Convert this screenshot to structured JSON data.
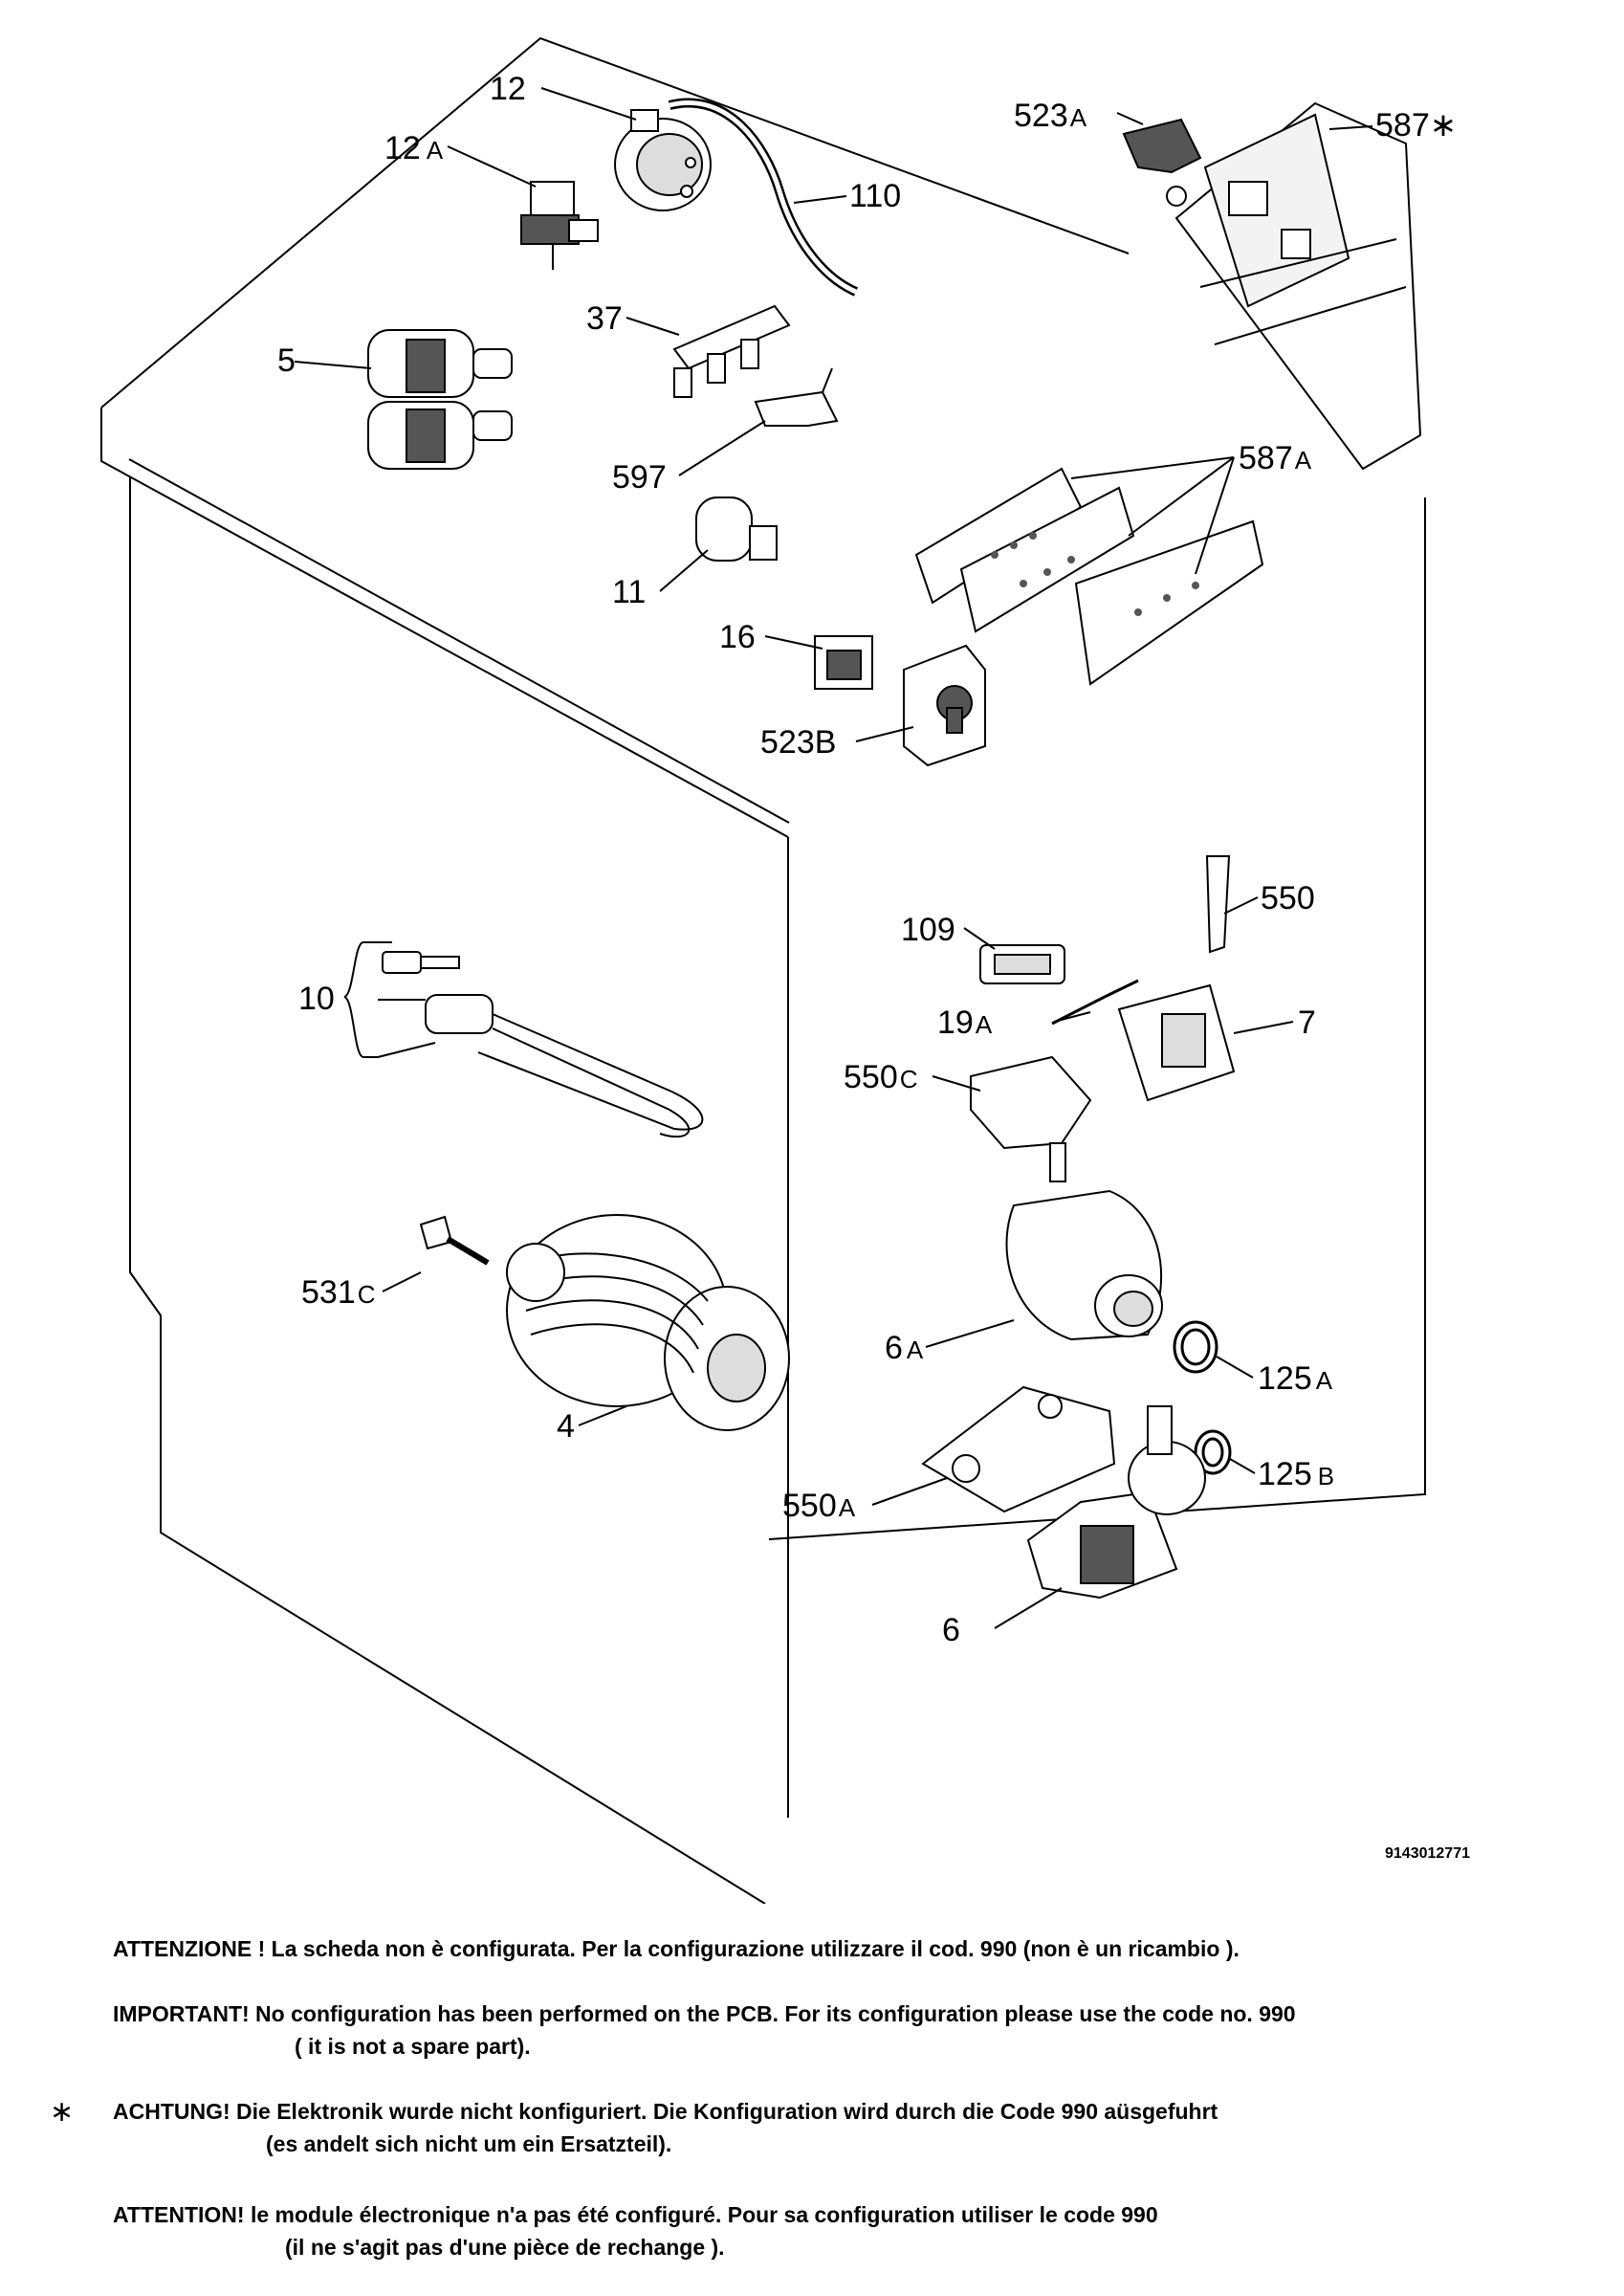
{
  "callouts": {
    "c12": "12",
    "c12a_num": "12",
    "c12a_suf": "A",
    "c110": "110",
    "c523a_num": "523",
    "c523a_suf": "A",
    "c587star": "587∗",
    "c5": "5",
    "c37": "37",
    "c597": "597",
    "c587a_num": "587",
    "c587a_suf": "A",
    "c11": "11",
    "c16": "16",
    "c523b": "523B",
    "c109": "109",
    "c550": "550",
    "c10": "10",
    "c19a_num": "19",
    "c19a_suf": "A",
    "c7": "7",
    "c550c_num": "550",
    "c550c_suf": "C",
    "c531c_num": "531",
    "c531c_suf": "C",
    "c6a_num": "6",
    "c6a_suf": "A",
    "c125a_num": "125",
    "c125a_suf": "A",
    "c4": "4",
    "c125b_num": "125",
    "c125b_suf": "B",
    "c550a_num": "550",
    "c550a_suf": "A",
    "c6": "6"
  },
  "doc_number": "9143012771",
  "notes": {
    "italian": "ATTENZIONE ! La scheda non è  configurata. Per la configurazione utilizzare il cod. 990 (non è un ricambio ).",
    "english_1": "IMPORTANT! No configuration has been performed on the PCB. For its configuration please use the code no. 990",
    "english_2": "( it is not a spare part).",
    "asterisk": "∗",
    "german_1": "ACHTUNG! Die Elektronik wurde nicht konfiguriert. Die Konfiguration wird durch die Code 990 aüsgefuhrt",
    "german_2": "(es andelt sich nicht um ein Ersatzteil).",
    "french_1": "ATTENTION! le module électronique n'a pas été configuré. Pour  sa configuration utiliser le code 990",
    "french_2": "(il ne s'agit pas d'une pièce de rechange )."
  }
}
